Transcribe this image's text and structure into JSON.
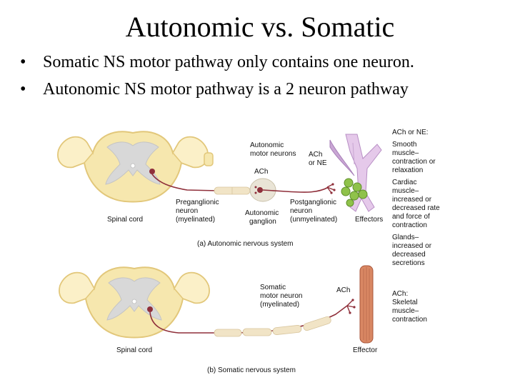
{
  "slide": {
    "title": "Autonomic vs. Somatic",
    "bullets": [
      "Somatic NS motor pathway only contains one neuron.",
      "Autonomic NS motor pathway is a 2 neuron pathway"
    ]
  },
  "diagram_a": {
    "spinal_cord": "Spinal cord",
    "autonomic_motor_neurons": [
      "Autonomic",
      "motor neurons"
    ],
    "ach_ganglion": "ACh",
    "ach_or_ne": [
      "ACh",
      "or NE"
    ],
    "preganglionic": [
      "Preganglionic",
      "neuron",
      "(myelinated)"
    ],
    "autonomic_ganglion": [
      "Autonomic",
      "ganglion"
    ],
    "postganglionic": [
      "Postganglionic",
      "neuron",
      "(unmyelinated)"
    ],
    "effectors": "Effectors",
    "caption": "(a) Autonomic nervous system",
    "effects_header": "ACh or NE:",
    "effects": [
      [
        "Smooth",
        "muscle–",
        "contraction or",
        "relaxation"
      ],
      [
        "Cardiac",
        "muscle–",
        "increased or",
        "decreased rate",
        "and force of",
        "contraction"
      ],
      [
        "Glands–",
        "increased or",
        "decreased",
        "secretions"
      ]
    ]
  },
  "diagram_b": {
    "spinal_cord": "Spinal cord",
    "somatic_motor_neuron": [
      "Somatic",
      "motor neuron",
      "(myelinated)"
    ],
    "ach": "ACh",
    "effector": "Effector",
    "caption": "(b) Somatic nervous system",
    "effects": [
      "ACh:",
      "Skeletal",
      "muscle–",
      "contraction"
    ]
  },
  "colors": {
    "cord_fill": "#f6e7ae",
    "cord_stroke": "#e2c77a",
    "gray_matter": "#d8d8d8",
    "neuron": "#8f2f3a",
    "myelin": "#f1e4c6",
    "smooth_muscle": "#c9a6d4",
    "cardiac": "#8fc24a",
    "skeletal": "#d98763"
  }
}
